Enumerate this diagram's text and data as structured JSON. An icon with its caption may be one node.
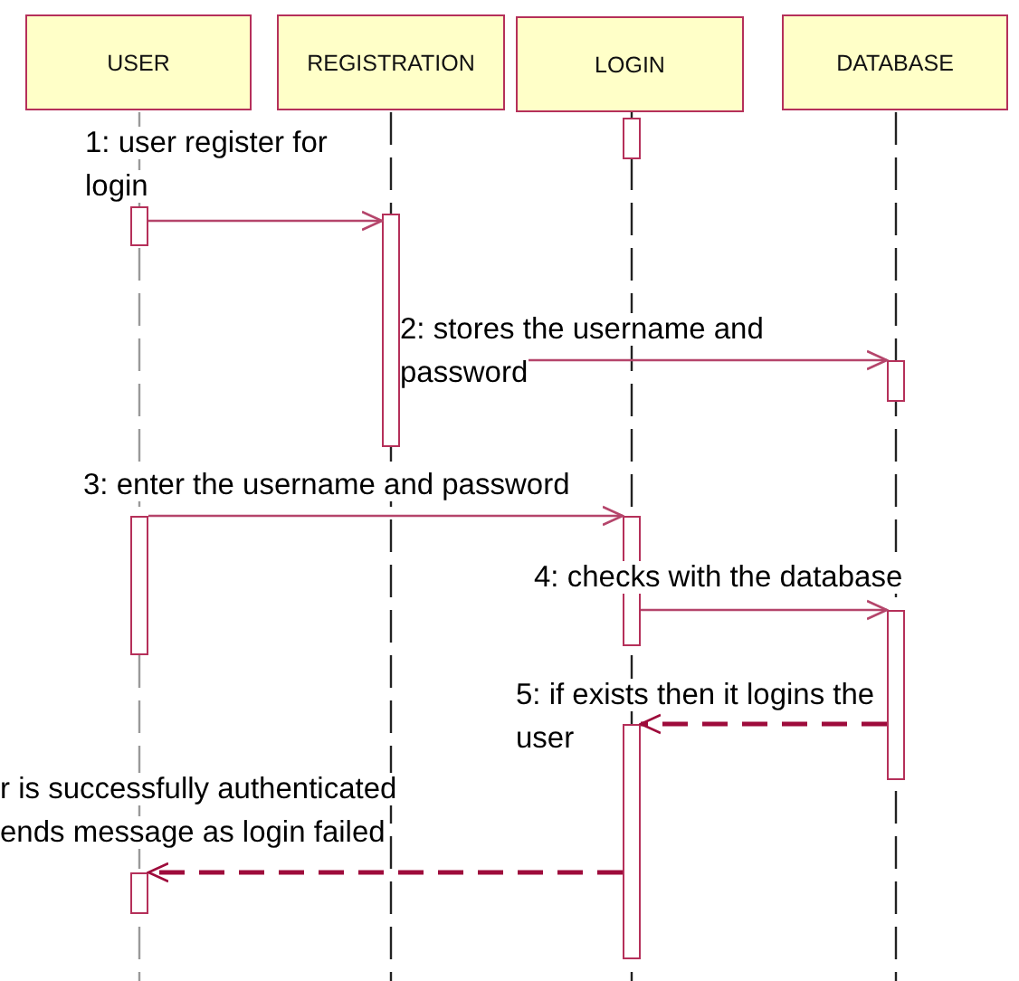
{
  "diagram": {
    "nodes": [
      {
        "text": [
          "USER"
        ]
      },
      {
        "text": [
          "REGISTRATION"
        ]
      },
      {
        "text": [
          "LOGIN"
        ]
      },
      {
        "text": [
          "DATABASE"
        ]
      },
      {
        "text": [],
        "shape": "bar"
      },
      {
        "text": [],
        "shape": "bar"
      },
      {
        "text": [],
        "shape": "bar"
      },
      {
        "text": [],
        "shape": "bar"
      },
      {
        "text": [],
        "shape": "bar"
      },
      {
        "text": [],
        "shape": "bar"
      },
      {
        "text": [],
        "shape": "bar"
      },
      {
        "text": [],
        "shape": "bar"
      },
      {
        "text": [],
        "shape": "bar"
      }
    ],
    "edges": [
      {
        "from": 5,
        "to": 6,
        "arrow": "to",
        "label": "1: user register for login"
      },
      {
        "from": 6,
        "to": 7,
        "arrow": "to",
        "label": "2: stores the username and password"
      },
      {
        "from": 8,
        "to": 9,
        "arrow": "to",
        "label": "3: enter the username and password"
      },
      {
        "from": 9,
        "to": 10,
        "arrow": "to",
        "label": "4: checks with the database"
      },
      {
        "from": 10,
        "to": 11,
        "arrow": "to",
        "label": "5: if exists then it logins the user",
        "style": "dashed",
        "color": "#9e0b3b"
      },
      {
        "from": 11,
        "to": 12,
        "arrow": "to",
        "label": "r is successfully authenticated ends message as login failed",
        "style": "dashed",
        "color": "#9e0b3b"
      }
    ]
  }
}
